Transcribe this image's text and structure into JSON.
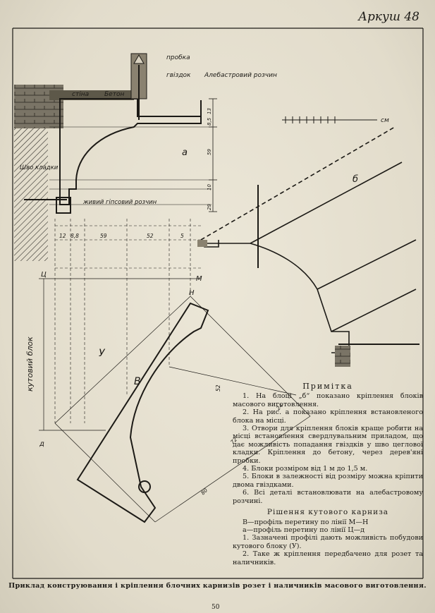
{
  "sheet": {
    "label": "Аркуш 48"
  },
  "drawing": {
    "labels": {
      "probka": "пробка",
      "gvizdok": "гвіздок",
      "alebastr": "Алебастровий розчин",
      "stinka": "стіна",
      "beton": "Бетон",
      "shvy_kladky": "Шво кладки",
      "zhyvyi_gipsovyi": "живий гіпсовий розчин",
      "kutovyi_blok": "кутовий блок",
      "block_a": "а",
      "block_b": "б",
      "block_v": "В",
      "block_u": "У",
      "mark_m": "М",
      "mark_n": "Н",
      "mark_c": "Ц",
      "mark_d": "д",
      "scale_cm": "см",
      "dim_52": "52",
      "dim_59": "59",
      "dim_8_8": "8,8",
      "dim_12": "12",
      "dim_5": "5",
      "dim_85": "8,5",
      "dim_13": "13",
      "dim_10": "10",
      "dim_29": "29",
      "dim_72": "72",
      "dim_80": "80",
      "dim_24": "24"
    }
  },
  "notes": {
    "header": "Примітка",
    "items": [
      "1. На блоці „б“ показано кріплення блоків масового виготовлення.",
      "2. На рис. а показано кріплення встановленого блока на місці.",
      "3. Отвори для кріплення блоків краще робити на місці встановлення свердлувальним приладом, що дає можливість попадання гвіздків у шво цеглової кладки. Кріплення до бетону, через дерев'яні пробки.",
      "4. Блоки розміром від 1 м до 1,5 м.",
      "5. Блоки в залежності від розміру можна кріпити двома гвіздками.",
      "6. Всі деталі встановлювати на алебастровому розчині."
    ],
    "header2": "Рішення кутового карниза",
    "items2": [
      "В—профіль перетину по лінії М—Н",
      "а—профіль перетину по лінії Ц—д",
      "1. Зазначені профілі дають можливість побудови кутового блоку (У).",
      "2. Таке ж кріплення передбачено для розет та наличників."
    ]
  },
  "caption": "Приклад конструювання і кріплення блочних карнизів розет і наличників масового виготовлення.",
  "page_number": "50"
}
